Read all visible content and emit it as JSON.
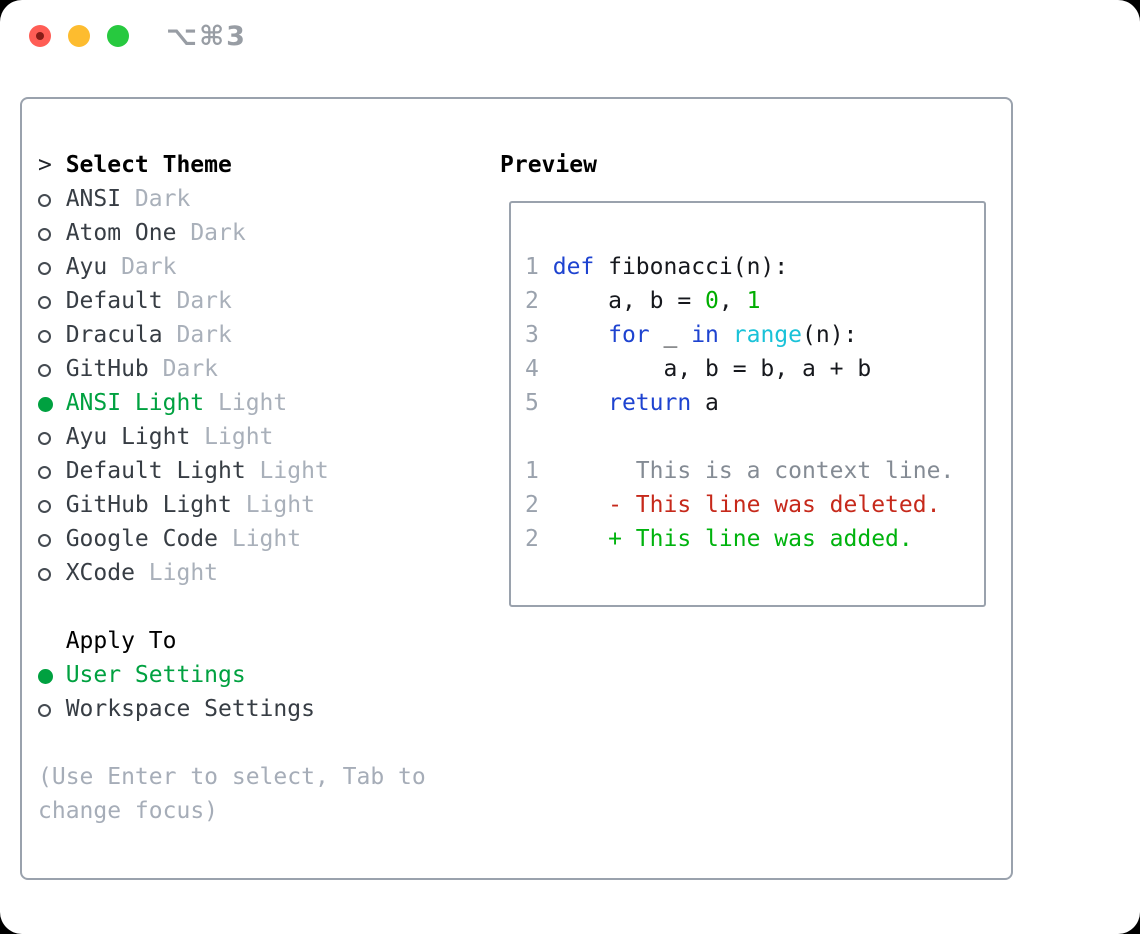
{
  "titlebar": {
    "shortcut_label": "⌥⌘3",
    "traffic_lights": [
      {
        "name": "close",
        "color": "#ff5d55",
        "dot": "#871d17"
      },
      {
        "name": "minimize",
        "color": "#fdbc2f"
      },
      {
        "name": "zoom",
        "color": "#27c93f"
      }
    ]
  },
  "theme_selector": {
    "title_prefix": ">",
    "title": "Select Theme",
    "themes": [
      {
        "name": "ANSI",
        "tag": "Dark",
        "selected": false
      },
      {
        "name": "Atom One",
        "tag": "Dark",
        "selected": false
      },
      {
        "name": "Ayu",
        "tag": "Dark",
        "selected": false
      },
      {
        "name": "Default",
        "tag": "Dark",
        "selected": false
      },
      {
        "name": "Dracula",
        "tag": "Dark",
        "selected": false
      },
      {
        "name": "GitHub",
        "tag": "Dark",
        "selected": false
      },
      {
        "name": "ANSI Light",
        "tag": "Light",
        "selected": true
      },
      {
        "name": "Ayu Light",
        "tag": "Light",
        "selected": false
      },
      {
        "name": "Default Light",
        "tag": "Light",
        "selected": false
      },
      {
        "name": "GitHub Light",
        "tag": "Light",
        "selected": false
      },
      {
        "name": "Google Code",
        "tag": "Light",
        "selected": false
      },
      {
        "name": "XCode",
        "tag": "Light",
        "selected": false
      }
    ],
    "apply_to": {
      "title": "Apply To",
      "options": [
        {
          "label": "User Settings",
          "selected": true
        },
        {
          "label": "Workspace Settings",
          "selected": false
        }
      ]
    },
    "hint": "(Use Enter to select, Tab to change focus)"
  },
  "preview": {
    "title": "Preview",
    "lines": [
      [
        [
          "1",
          "num"
        ],
        [
          " ",
          "fg"
        ],
        [
          "def",
          "kw"
        ],
        [
          " fibonacci(n):",
          "fg"
        ]
      ],
      [
        [
          "2",
          "num"
        ],
        [
          "     ",
          "fg"
        ],
        [
          "a, b = ",
          "fg"
        ],
        [
          "0",
          "green"
        ],
        [
          ", ",
          "fg"
        ],
        [
          "1",
          "green"
        ]
      ],
      [
        [
          "3",
          "num"
        ],
        [
          "     ",
          "fg"
        ],
        [
          "for",
          "kw"
        ],
        [
          " _ ",
          "fg"
        ],
        [
          "in",
          "kw"
        ],
        [
          " ",
          "fg"
        ],
        [
          "range",
          "fn"
        ],
        [
          "(n):",
          "fg"
        ]
      ],
      [
        [
          "4",
          "num"
        ],
        [
          "         ",
          "fg"
        ],
        [
          "a, b = b, a + b",
          "fg"
        ]
      ],
      [
        [
          "5",
          "num"
        ],
        [
          "     ",
          "fg"
        ],
        [
          "return",
          "kw"
        ],
        [
          " a",
          "fg"
        ]
      ],
      [],
      [
        [
          "1",
          "num"
        ],
        [
          "       ",
          "fg"
        ],
        [
          "This is a context line.",
          "ctx"
        ]
      ],
      [
        [
          "2",
          "num"
        ],
        [
          "     ",
          "fg"
        ],
        [
          "- This line was deleted.",
          "red"
        ]
      ],
      [
        [
          "2",
          "num"
        ],
        [
          "     ",
          "fg"
        ],
        [
          "+ This line was added.",
          "add"
        ]
      ]
    ]
  },
  "colors": {
    "selected_green": "#00a140",
    "panel_border": "#9aa2ad",
    "muted_text": "#a6adb8",
    "main_text": "#373d44",
    "code": {
      "num": "#9aa2ad",
      "fg": "#16181d",
      "kw": "#1e43d0",
      "fn": "#19c2d8",
      "green": "#00ad00",
      "red": "#c6291b",
      "add": "#00b30e",
      "ctx": "#848b94"
    }
  }
}
